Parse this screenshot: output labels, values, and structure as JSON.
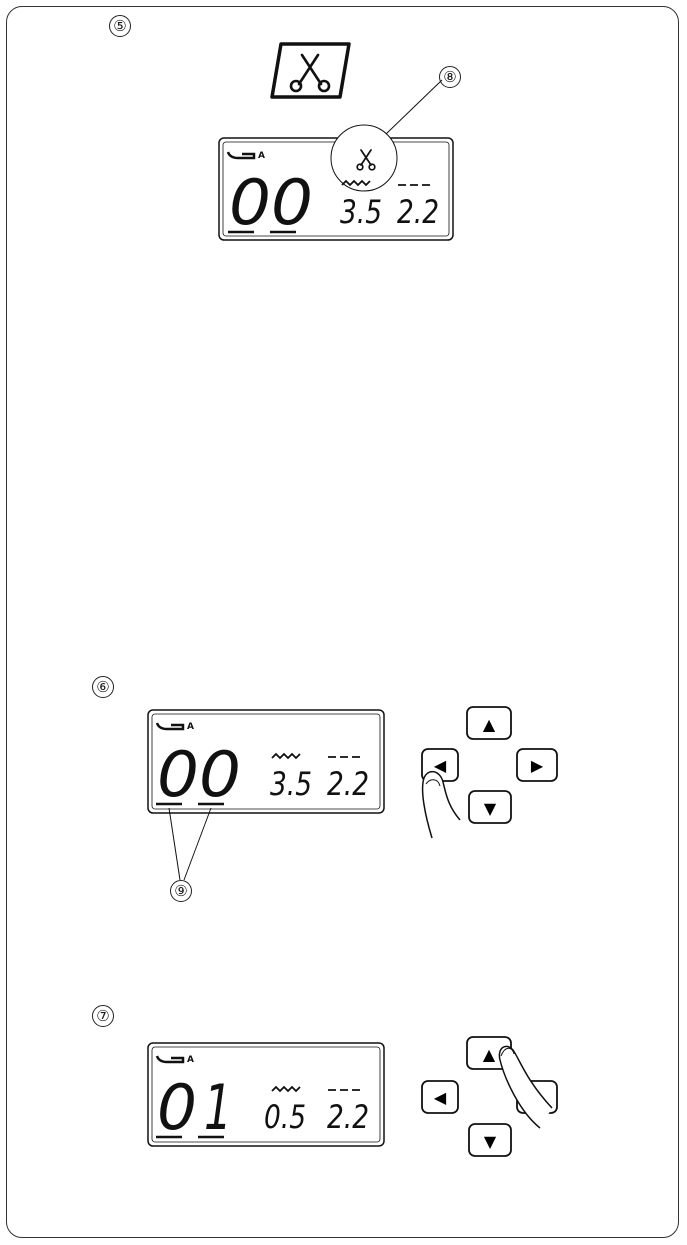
{
  "callouts": {
    "step5": "⑤",
    "step6": "⑥",
    "step7": "⑦",
    "item8": "⑧",
    "item9": "⑨"
  },
  "thread_cutter_icon": "scissors-icon",
  "lcd": {
    "foot_letter": "A",
    "panel5": {
      "pattern": "00",
      "width": "3.5",
      "length": "2.2",
      "icon": "scissors-icon"
    },
    "panel6": {
      "pattern": "00",
      "width": "3.5",
      "length": "2.2"
    },
    "panel7": {
      "pattern_digit1": "0",
      "pattern_digit2": "1",
      "width": "0.5",
      "length": "2.2"
    }
  },
  "keypad": {
    "up": "▲",
    "down": "▼",
    "left": "◀",
    "right": "▶"
  }
}
